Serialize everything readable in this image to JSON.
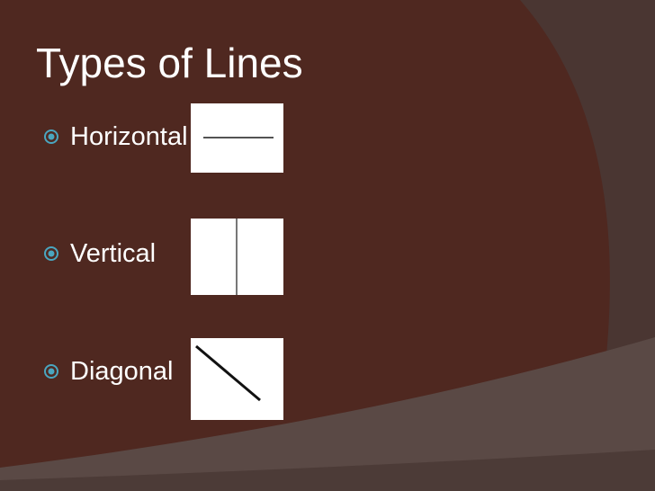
{
  "slide": {
    "title": "Types of Lines",
    "colors": {
      "background_main": "#4f2820",
      "background_dark": "#3b2420",
      "background_light": "#5a4945",
      "text": "#ffffff",
      "bullet_accent": "#4aa6c0"
    },
    "bullets": [
      {
        "label": "Horizontal",
        "icon": "circle-dot-bullet-icon",
        "illustration": "horizontal-line"
      },
      {
        "label": "Vertical",
        "icon": "circle-dot-bullet-icon",
        "illustration": "vertical-line"
      },
      {
        "label": "Diagonal",
        "icon": "circle-dot-bullet-icon",
        "illustration": "diagonal-line"
      }
    ]
  }
}
